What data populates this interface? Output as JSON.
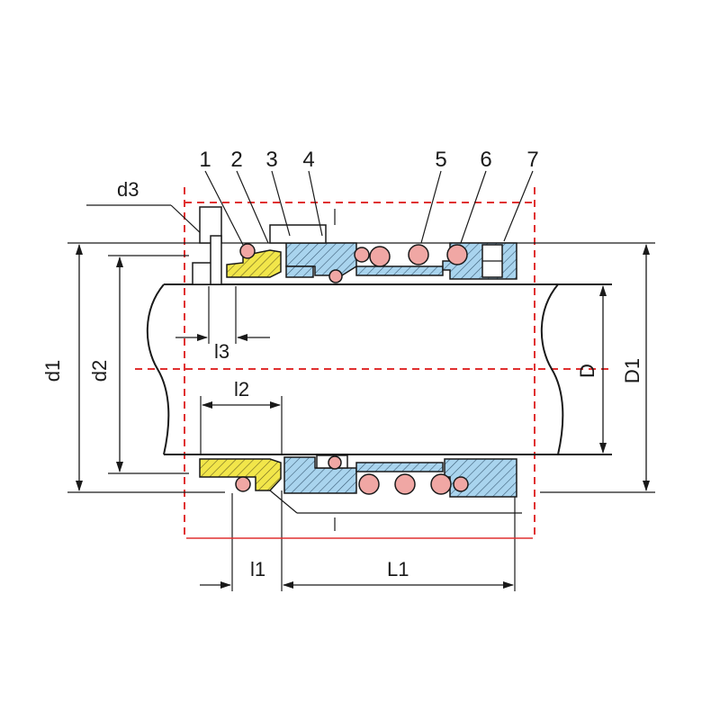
{
  "callouts": {
    "c1": "1",
    "c2": "2",
    "c3": "3",
    "c4": "4",
    "c5": "5",
    "c6": "6",
    "c7": "7"
  },
  "dimensions": {
    "d3": "d3",
    "d1": "d1",
    "d2": "d2",
    "l3": "l3",
    "l2": "l2",
    "l1": "l1",
    "L1": "L1",
    "D": "D",
    "D1": "D1"
  },
  "colors": {
    "outline": "#1a1a1a",
    "dashed_red": "#e03030",
    "yellow_part": "#f2e64a",
    "blue_part": "#a9d4ee",
    "spring": "#f0a7a4"
  }
}
